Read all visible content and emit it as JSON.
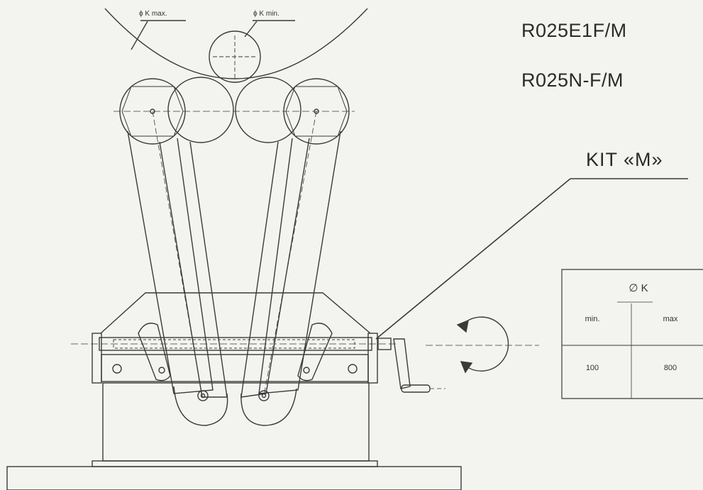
{
  "models": [
    "R025E1F/M",
    "R025N-F/M"
  ],
  "kit_label": "KIT «M»",
  "dimension_labels": {
    "k_max": "ϕ K max.",
    "k_min": "ϕ K min."
  },
  "table": {
    "header": "∅ K",
    "columns": [
      "min.",
      "max"
    ],
    "values": [
      "100",
      "800"
    ]
  },
  "colors": {
    "line": "#3a3a3a",
    "paper": "#f3f3f0"
  }
}
